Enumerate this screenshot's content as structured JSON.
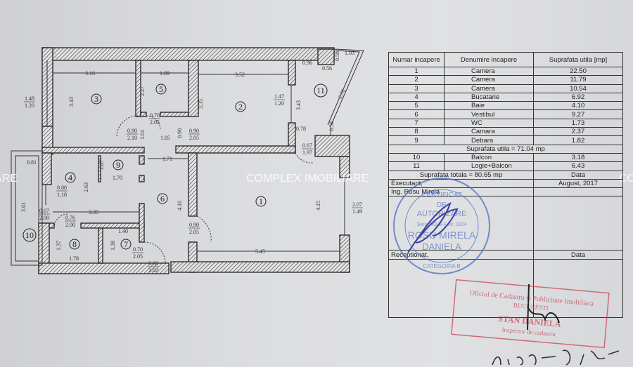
{
  "watermark": {
    "text": "COMPLEX IMOBILIARE",
    "left_fragment": "ARE",
    "right_fragment": "CO"
  },
  "plan": {
    "rooms": [
      "1",
      "2",
      "3",
      "4",
      "5",
      "6",
      "7",
      "8",
      "9",
      "10",
      "11"
    ],
    "dimensions": [
      "3.16",
      "1.89",
      "3.52",
      "0.96",
      "0.56",
      "0.58",
      "1.03",
      "2.70",
      "3.43",
      "2.27",
      "3.35",
      "3.43",
      "1.85",
      "0.90",
      "1.01",
      "0.78",
      "0.58",
      "1.71",
      "1.07",
      "1.70",
      "0.81",
      "2.63",
      "3.61",
      "4.16",
      "4.15",
      "3.35",
      "1.40",
      "1.37",
      "1.38",
      "1.78",
      "5.45"
    ],
    "openings": [
      {
        "top": "1.48",
        "bottom": "1.20"
      },
      {
        "top": "1.47",
        "bottom": "1.20"
      },
      {
        "top": "0.70",
        "bottom": "2.05"
      },
      {
        "top": "0.90",
        "bottom": "2.10"
      },
      {
        "top": "0.90",
        "bottom": "2.05"
      },
      {
        "top": "0.67",
        "bottom": "1.97"
      },
      {
        "top": "0.80",
        "bottom": "1.18"
      },
      {
        "top": "2.07",
        "bottom": "1.49"
      },
      {
        "top": "0.67",
        "bottom": "2.00"
      },
      {
        "top": "0.76",
        "bottom": "2.00"
      },
      {
        "top": "0.70",
        "bottom": "2.05"
      },
      {
        "top": "0.88",
        "bottom": "2.02"
      },
      {
        "top": "0.90",
        "bottom": "2.05"
      }
    ]
  },
  "table": {
    "headers": [
      "Numar incapere",
      "Denumire incapere",
      "Suprafata utila [mp]"
    ],
    "rows": [
      [
        "1",
        "Camera",
        "22.50"
      ],
      [
        "2",
        "Camera",
        "11.79"
      ],
      [
        "3",
        "Camera",
        "10.54"
      ],
      [
        "4",
        "Bucatarie",
        "6.92"
      ],
      [
        "5",
        "Baie",
        "4.10"
      ],
      [
        "6",
        "Vestibul",
        "9.27"
      ],
      [
        "7",
        "WC",
        "1.73"
      ],
      [
        "8",
        "Camara",
        "2.37"
      ],
      [
        "9",
        "Debara",
        "1.82"
      ]
    ],
    "subtotal": "Suprafata utila = 71.04 mp",
    "extra_rows": [
      [
        "10",
        "Balcon",
        "3.18"
      ],
      [
        "11",
        "Logie+Balcon",
        "6.43"
      ]
    ],
    "total": "Suprafata totala = 80.65 mp",
    "data_label": "Data",
    "executant_label": "Executant,",
    "executant_date": "August, 2017",
    "executant_name": "Ing. Rosu Mirela",
    "receptionat_label": "Receptionat,",
    "receptionat_data_label": "Data"
  },
  "stamps": {
    "blue": {
      "lines": [
        "CERTIFICAT",
        "DE",
        "AUTORIZARE",
        "Seria RO-B-F Nr. 0224",
        "ROSU MIRELA",
        "DANIELA",
        "CATEGORIA B"
      ],
      "color": "#4a6fc0"
    },
    "red": {
      "lines": [
        "Oficiul de Cadastru si Publicitate Imobiliara",
        "BUCURESTI",
        "STAN DANIELA",
        "Inspector de cadastru"
      ],
      "color": "#c9505a"
    }
  }
}
